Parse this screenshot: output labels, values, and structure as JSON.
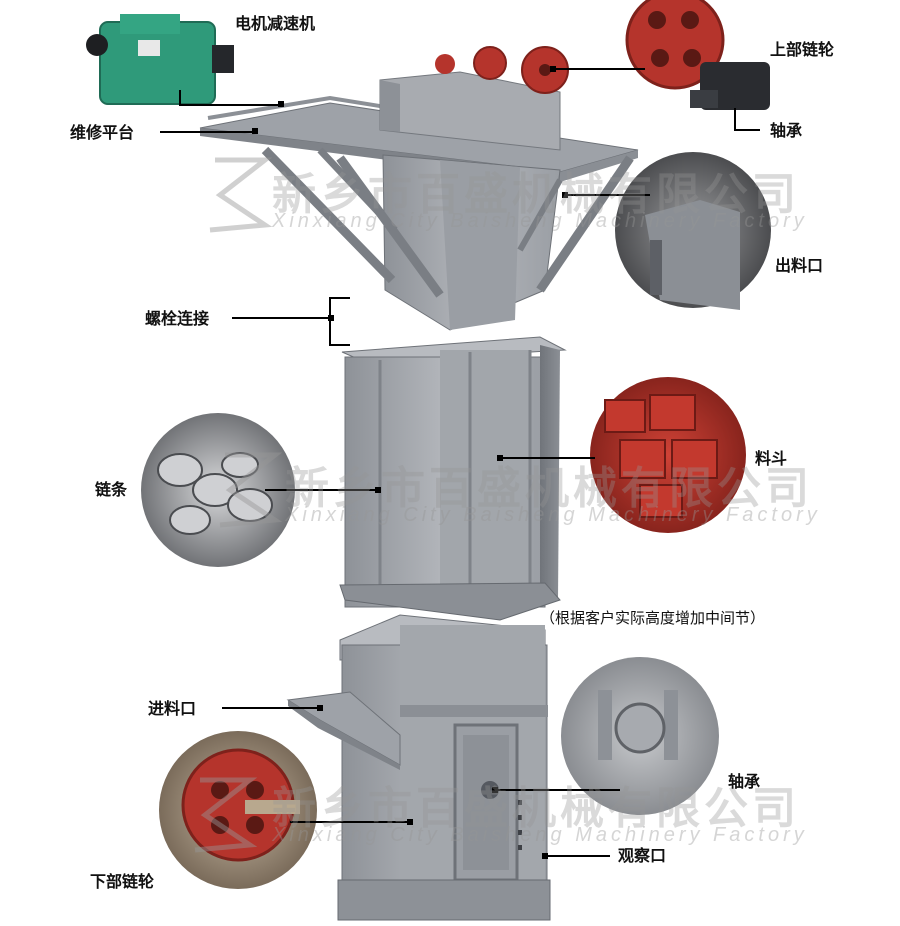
{
  "labels": {
    "motor_reducer": "电机减速机",
    "maintenance_platform": "维修平台",
    "top_sprocket": "上部链轮",
    "top_bearing": "轴承",
    "outlet": "出料口",
    "bolt_connection": "螺栓连接",
    "chain": "链条",
    "bucket": "料斗",
    "middle_section_note": "（根据客户实际高度增加中间节）",
    "inlet": "进料口",
    "bottom_bearing": "轴承",
    "bottom_sprocket": "下部链轮",
    "observation_port": "观察口"
  },
  "watermark": {
    "cn": "新乡市百盛机械有限公司",
    "en": "Xinxiang City Baisheng Machinery Factory"
  },
  "colors": {
    "casing": "#a9acb1",
    "casing_dark": "#7d8187",
    "sprocket_red": "#b5342c",
    "motor_green": "#2f9a7a",
    "leader": "#000000"
  }
}
